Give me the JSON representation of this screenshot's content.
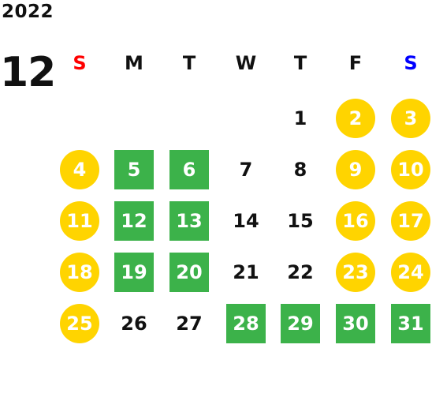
{
  "calendar": {
    "year": "2022",
    "month": "12",
    "weekdays": [
      {
        "label": "S",
        "color": "#ff0000"
      },
      {
        "label": "M",
        "color": "#111111"
      },
      {
        "label": "T",
        "color": "#111111"
      },
      {
        "label": "W",
        "color": "#111111"
      },
      {
        "label": "T",
        "color": "#111111"
      },
      {
        "label": "F",
        "color": "#111111"
      },
      {
        "label": "S",
        "color": "#0000ff"
      }
    ],
    "colors": {
      "yellow_circle": "#ffd400",
      "green_square": "#3cb24a",
      "plain_text": "#111111"
    },
    "weeks": [
      [
        null,
        null,
        null,
        null,
        {
          "d": "1",
          "t": "plain"
        },
        {
          "d": "2",
          "t": "yellow"
        },
        {
          "d": "3",
          "t": "yellow"
        }
      ],
      [
        {
          "d": "4",
          "t": "yellow"
        },
        {
          "d": "5",
          "t": "green"
        },
        {
          "d": "6",
          "t": "green"
        },
        {
          "d": "7",
          "t": "plain"
        },
        {
          "d": "8",
          "t": "plain"
        },
        {
          "d": "9",
          "t": "yellow"
        },
        {
          "d": "10",
          "t": "yellow"
        }
      ],
      [
        {
          "d": "11",
          "t": "yellow"
        },
        {
          "d": "12",
          "t": "green"
        },
        {
          "d": "13",
          "t": "green"
        },
        {
          "d": "14",
          "t": "plain"
        },
        {
          "d": "15",
          "t": "plain"
        },
        {
          "d": "16",
          "t": "yellow"
        },
        {
          "d": "17",
          "t": "yellow"
        }
      ],
      [
        {
          "d": "18",
          "t": "yellow"
        },
        {
          "d": "19",
          "t": "green"
        },
        {
          "d": "20",
          "t": "green"
        },
        {
          "d": "21",
          "t": "plain"
        },
        {
          "d": "22",
          "t": "plain"
        },
        {
          "d": "23",
          "t": "yellow"
        },
        {
          "d": "24",
          "t": "yellow"
        }
      ],
      [
        {
          "d": "25",
          "t": "yellow"
        },
        {
          "d": "26",
          "t": "plain"
        },
        {
          "d": "27",
          "t": "plain"
        },
        {
          "d": "28",
          "t": "green"
        },
        {
          "d": "29",
          "t": "green"
        },
        {
          "d": "30",
          "t": "green"
        },
        {
          "d": "31",
          "t": "green"
        }
      ]
    ]
  }
}
